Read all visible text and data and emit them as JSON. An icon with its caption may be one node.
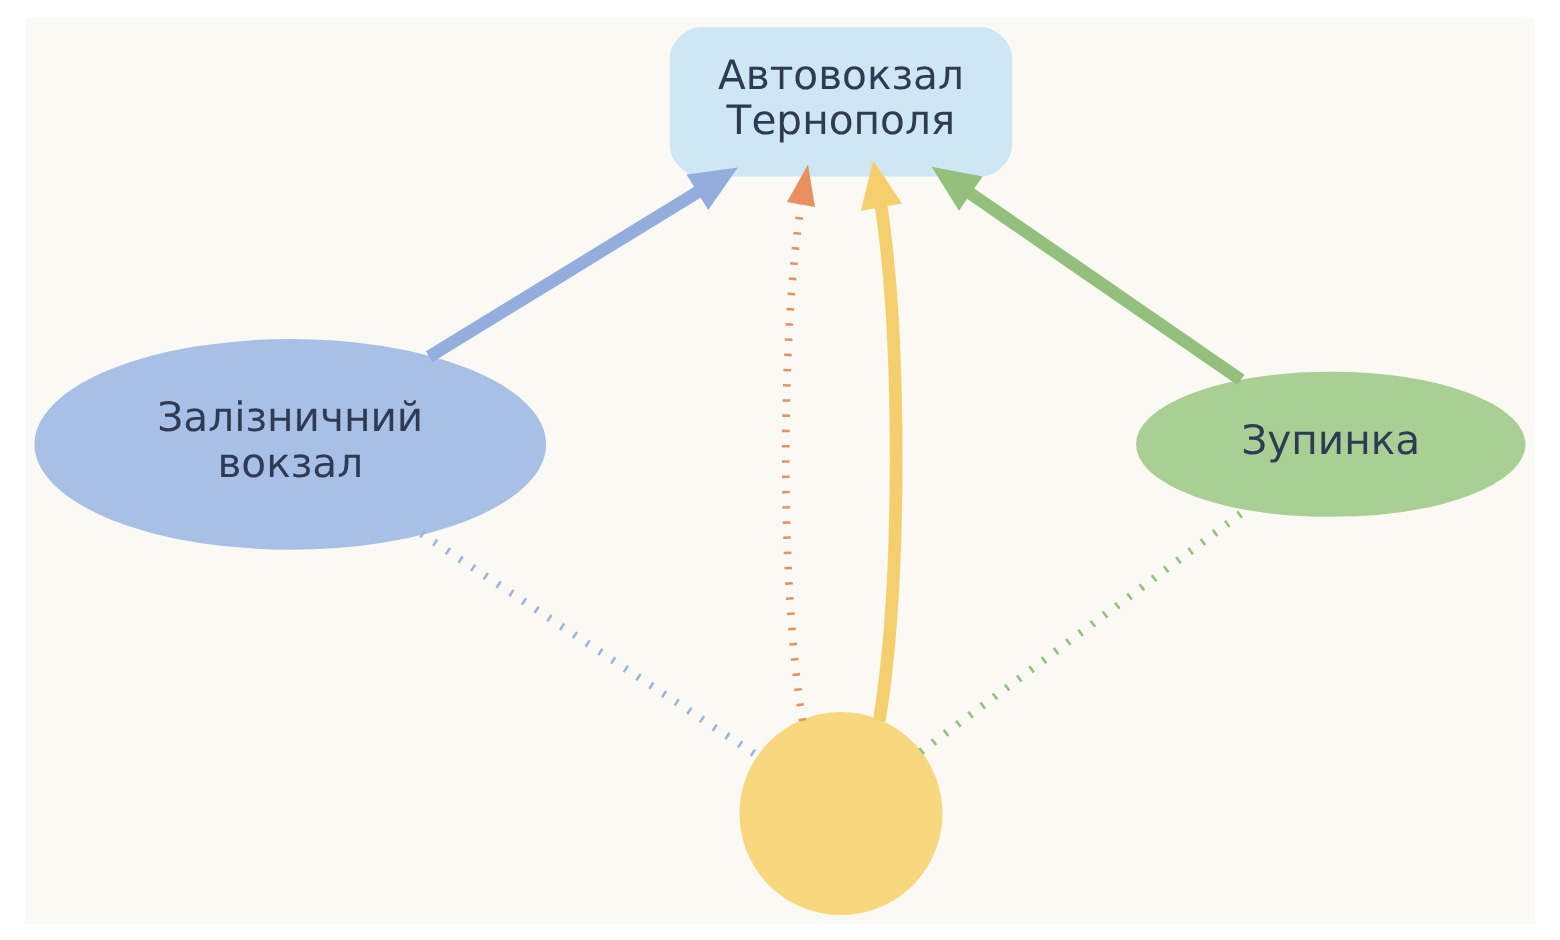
{
  "diagram": {
    "nodes": [
      {
        "text": [
          "Автовокзал Тернополя"
        ]
      },
      {
        "text": [
          "Залізничний вокзал"
        ]
      },
      {
        "text": [],
        "shape": "circle"
      },
      {
        "text": [
          "Зупинка"
        ]
      }
    ],
    "edges": [
      {
        "from": 1,
        "to": 0,
        "arrow": "to",
        "color": "#93aedc"
      },
      {
        "from": 2,
        "to": 0,
        "arrow": "to",
        "style": "dashed",
        "color": "#e8905e"
      },
      {
        "from": 2,
        "to": 0,
        "arrow": "to",
        "color": "#f5cf6e"
      },
      {
        "from": 3,
        "to": 0,
        "arrow": "to",
        "color": "#93c07d"
      },
      {
        "from": 1,
        "to": 2,
        "arrow": "none",
        "style": "dashed",
        "color": "#9db4dc"
      },
      {
        "from": 2,
        "to": 3,
        "arrow": "none",
        "style": "dashed",
        "color": "#93c07d"
      }
    ]
  }
}
